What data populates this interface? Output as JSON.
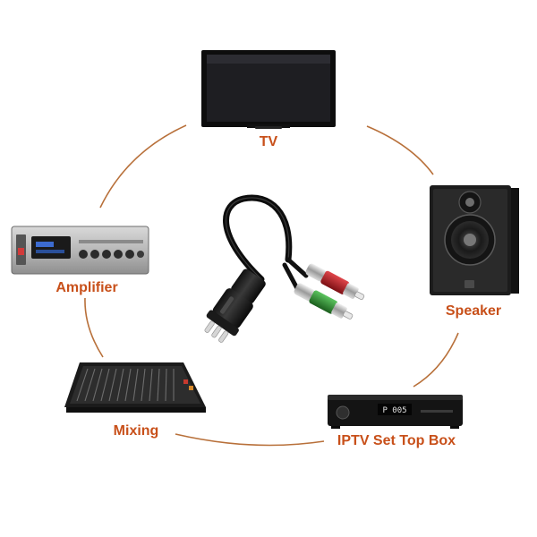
{
  "devices": {
    "tv": {
      "label": "TV"
    },
    "speaker": {
      "label": "Speaker"
    },
    "iptv": {
      "label": "IPTV Set Top Box",
      "display": "P 005"
    },
    "mixing": {
      "label": "Mixing"
    },
    "amplifier": {
      "label": "Amplifier"
    }
  },
  "center": {
    "icon": "xlr-to-rca-y-cable-icon"
  },
  "colors": {
    "label": "#c8501a",
    "ring": "#b8703a",
    "rca_red": "#b01c22",
    "rca_green": "#2b8a2e"
  }
}
